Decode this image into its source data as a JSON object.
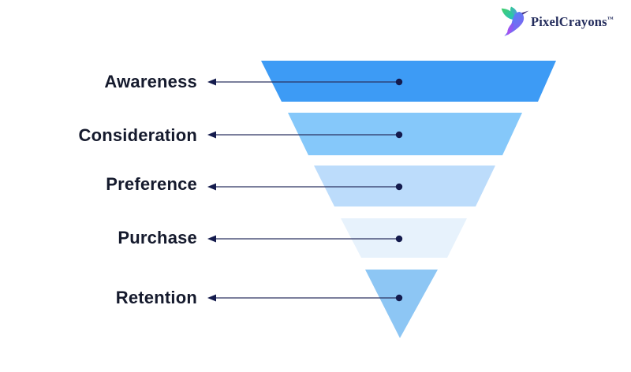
{
  "logo": {
    "brand": "PixelCrayons",
    "trademark": "™",
    "icon": "hummingbird",
    "text_color": "#232c5c"
  },
  "funnel": {
    "label_color": "#151a2d",
    "stages": [
      {
        "label": "Awareness",
        "color": "#3d9bf5"
      },
      {
        "label": "Consideration",
        "color": "#85c8fa"
      },
      {
        "label": "Preference",
        "color": "#bcdcfb"
      },
      {
        "label": "Purchase",
        "color": "#e7f2fc"
      },
      {
        "label": "Retention",
        "color": "#8dc6f4"
      }
    ],
    "connector": {
      "line_color": "#2a3160",
      "marker_color": "#141b4d"
    }
  }
}
